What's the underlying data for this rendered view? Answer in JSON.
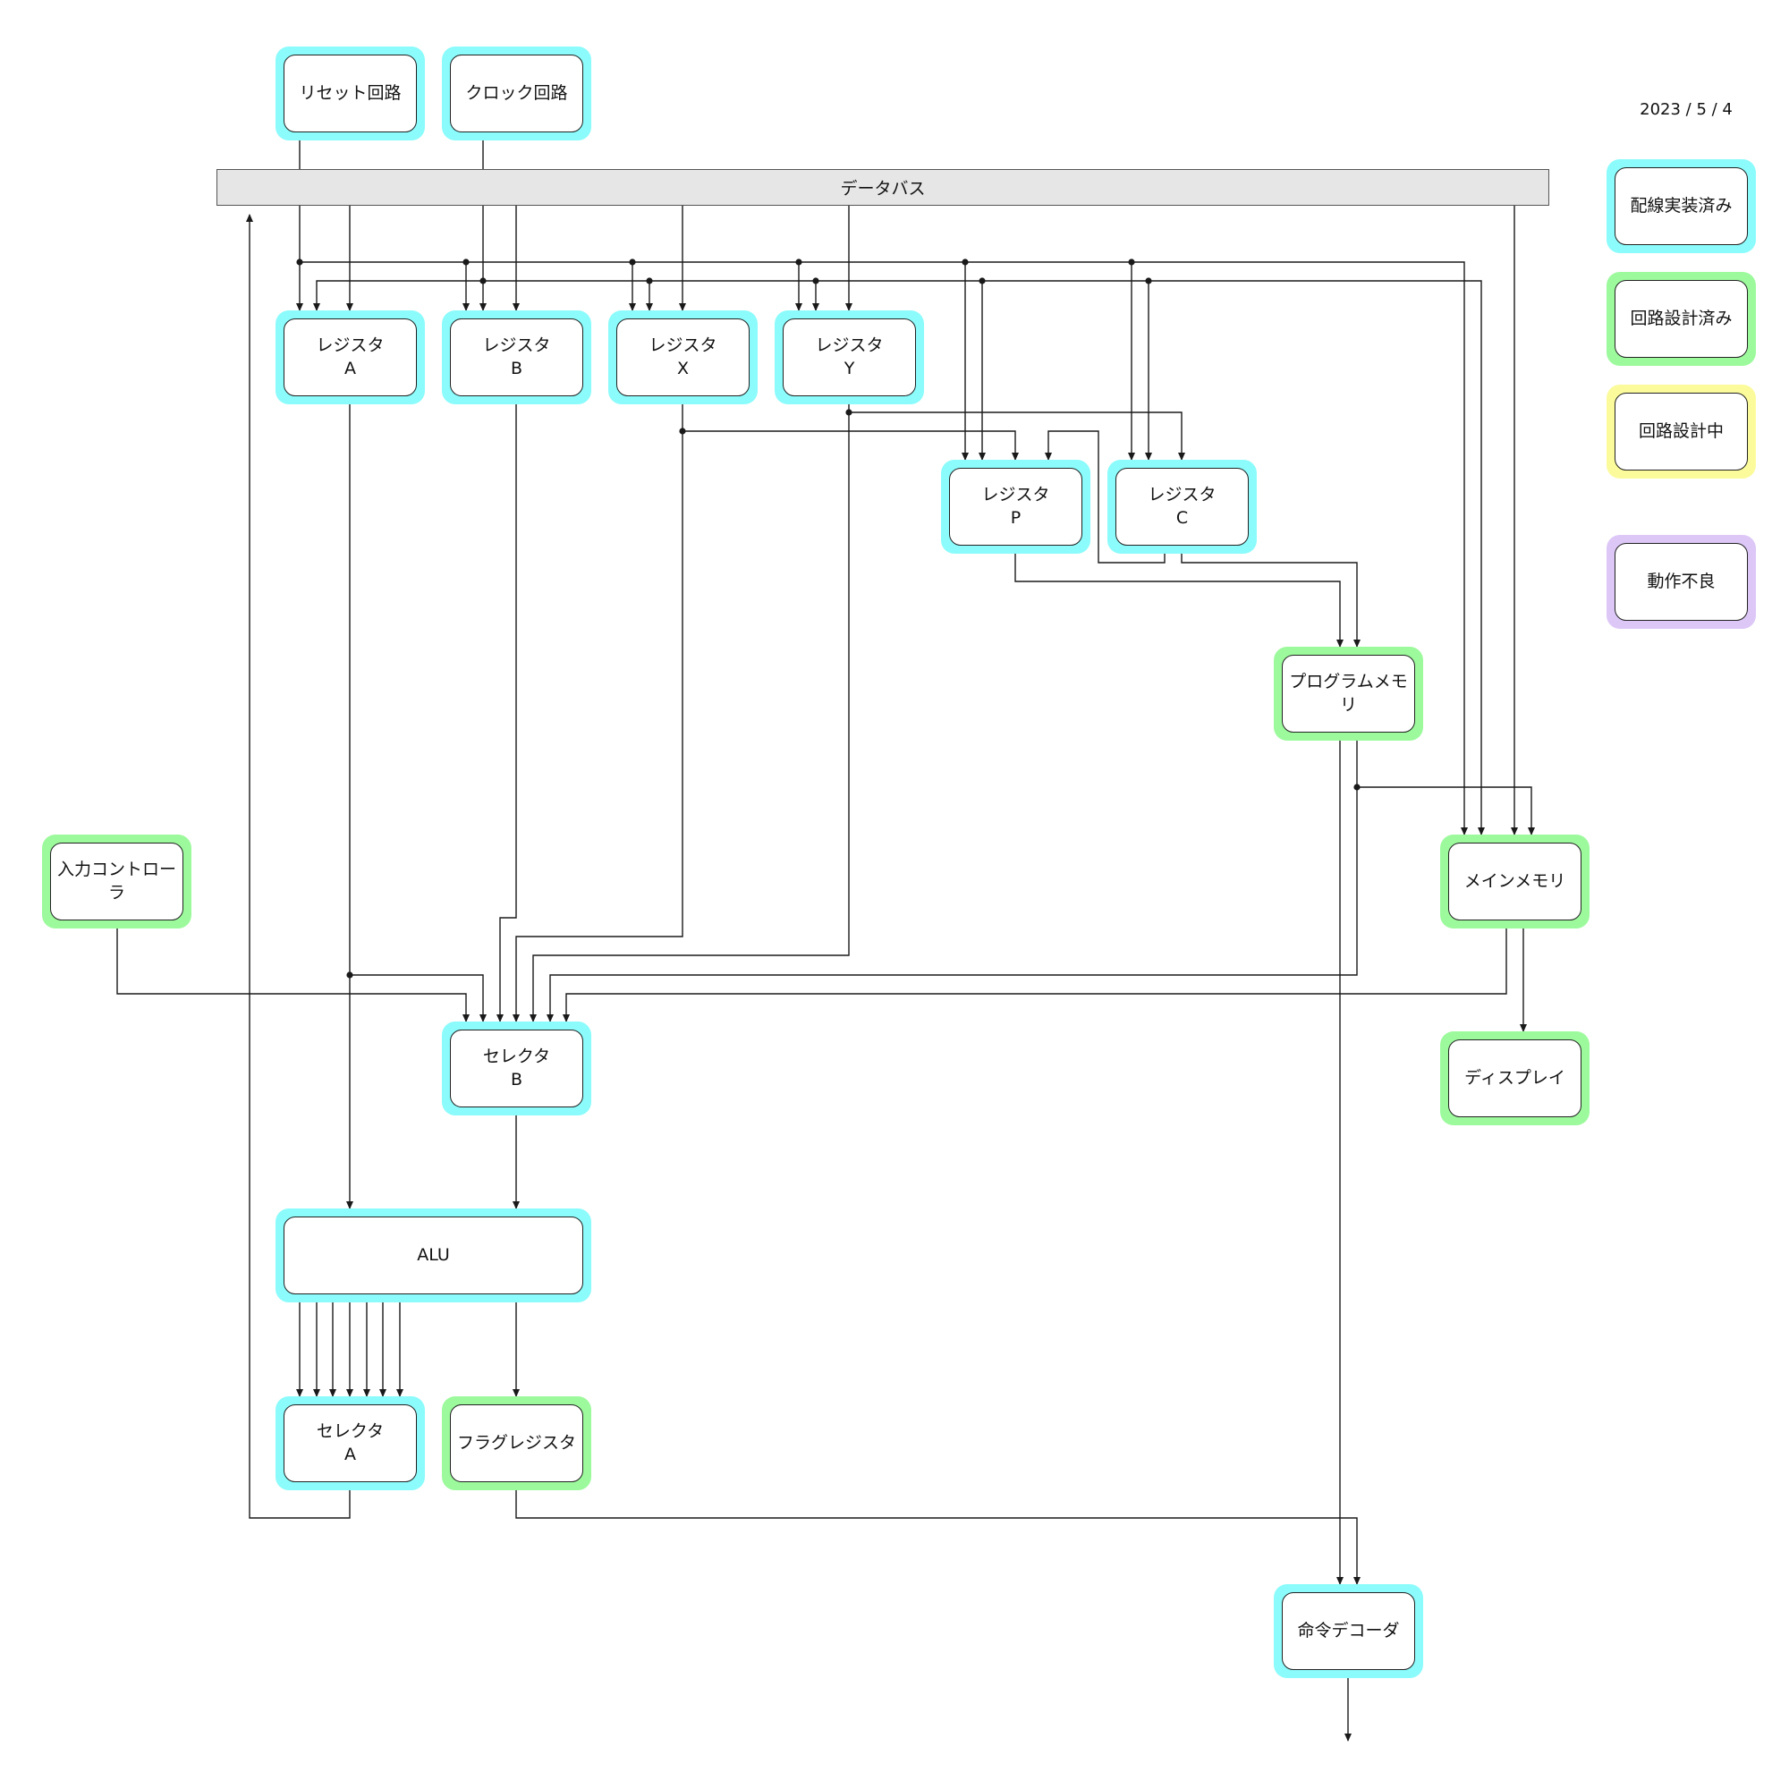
{
  "date": "2023 / 5 / 4",
  "data_bus": "データバス",
  "colors": {
    "wired": "#8bfbfb",
    "designed": "#9cfa9c",
    "designing": "#fbfb9c",
    "faulty": "#dcc7f7",
    "wire": "#1a1a1a"
  },
  "legend": [
    {
      "label": "配線実装済み",
      "status": "wired"
    },
    {
      "label": "回路設計済み",
      "status": "designed"
    },
    {
      "label": "回路設計中",
      "status": "designing"
    },
    {
      "label": "動作不良",
      "status": "faulty"
    }
  ],
  "blocks": {
    "reset": {
      "line1": "リセット回路",
      "line2": "",
      "status": "wired"
    },
    "clock": {
      "line1": "クロック回路",
      "line2": "",
      "status": "wired"
    },
    "reg_a": {
      "line1": "レジスタ",
      "line2": "A",
      "status": "wired"
    },
    "reg_b": {
      "line1": "レジスタ",
      "line2": "B",
      "status": "wired"
    },
    "reg_x": {
      "line1": "レジスタ",
      "line2": "X",
      "status": "wired"
    },
    "reg_y": {
      "line1": "レジスタ",
      "line2": "Y",
      "status": "wired"
    },
    "reg_p": {
      "line1": "レジスタ",
      "line2": "P",
      "status": "wired"
    },
    "reg_c": {
      "line1": "レジスタ",
      "line2": "C",
      "status": "wired"
    },
    "prog_mem": {
      "line1": "プログラムメモリ",
      "line2": "",
      "status": "designed"
    },
    "input_ctrl": {
      "line1": "入力コントローラ",
      "line2": "",
      "status": "designed"
    },
    "main_mem": {
      "line1": "メインメモリ",
      "line2": "",
      "status": "designed"
    },
    "display": {
      "line1": "ディスプレイ",
      "line2": "",
      "status": "designed"
    },
    "sel_b": {
      "line1": "セレクタ",
      "line2": "B",
      "status": "wired"
    },
    "alu": {
      "line1": "ALU",
      "line2": "",
      "status": "wired"
    },
    "sel_a": {
      "line1": "セレクタ",
      "line2": "A",
      "status": "wired"
    },
    "flag_reg": {
      "line1": "フラグレジスタ",
      "line2": "",
      "status": "designed"
    },
    "decoder": {
      "line1": "命令デコーダ",
      "line2": "",
      "status": "wired"
    }
  }
}
